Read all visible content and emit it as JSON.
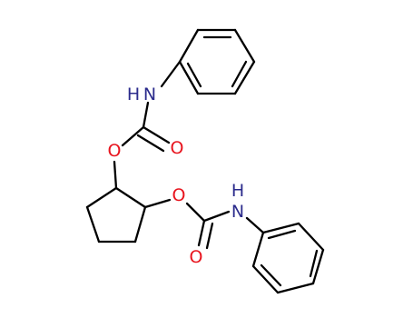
{
  "structure": {
    "atoms": {
      "nh_top": "H N",
      "nh_bottom": "H",
      "nh_bottom_n": "N",
      "o_carbonyl_top": "O",
      "o_ester_top": "O",
      "o_ester_bottom": "O",
      "o_carbonyl_bottom": "O"
    },
    "colors": {
      "bond": "#000000",
      "oxygen": "#e8141e",
      "nitrogen": "#2b2b8c"
    }
  }
}
